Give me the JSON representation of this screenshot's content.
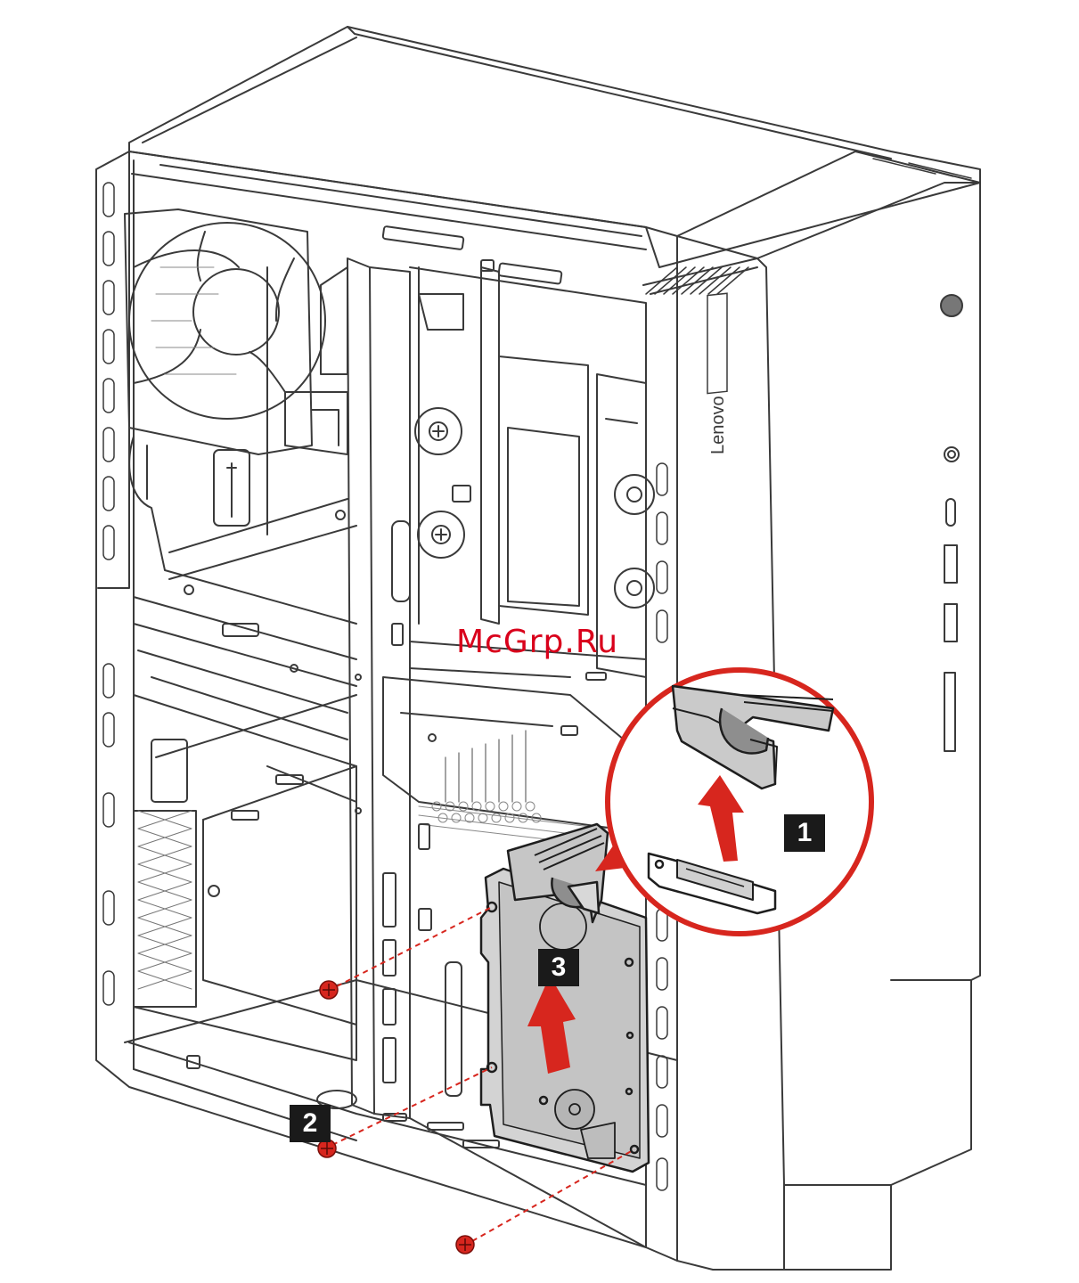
{
  "watermark": "McGrp.Ru",
  "brand_logo": "Lenovo",
  "steps": [
    {
      "label": "1"
    },
    {
      "label": "2"
    },
    {
      "label": "3"
    }
  ],
  "colors": {
    "line": "#3a3a3a",
    "accent_red": "#d7261e",
    "gray_fill": "#c9c9c9",
    "callout": "#1a1a1a",
    "watermark": "#d9001b"
  },
  "icons": [
    "fan-icon",
    "screw-icon",
    "arrow-up-icon",
    "connector-icon",
    "power-button-icon"
  ]
}
